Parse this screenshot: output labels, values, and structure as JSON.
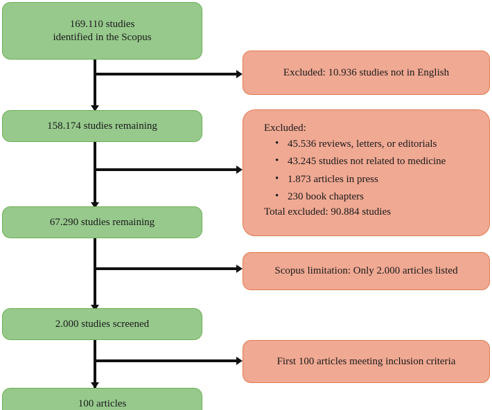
{
  "diagram": {
    "type": "prisma-flowchart",
    "title": "Study selection flow",
    "colors": {
      "green_fill": "#97C98D",
      "green_border": "#6AAE4F",
      "orange_fill": "#F0A993",
      "orange_border": "#E0784F",
      "connector": "#111111",
      "background": "#ffffff"
    },
    "flow_nodes": [
      {
        "id": "identified",
        "line1": "169.110 studies",
        "line2": "identified in the Scopus"
      },
      {
        "id": "remaining1",
        "label": "158.174 studies remaining"
      },
      {
        "id": "remaining2",
        "label": "67.290 studies remaining"
      },
      {
        "id": "screened",
        "label": "2.000 studies screened"
      },
      {
        "id": "included",
        "label": "100 articles"
      }
    ],
    "exclusion_nodes": [
      {
        "id": "excluded-english",
        "label": "Excluded: 10.936 studies not in English"
      },
      {
        "id": "excluded-list",
        "lead": "Excluded:",
        "items": [
          "45.536 reviews, letters, or editorials",
          "43.245 studies not related to medicine",
          "1.873 articles in press",
          "230 book chapters"
        ],
        "total": "Total excluded: 90.884 studies"
      },
      {
        "id": "scopus-limitation",
        "label": "Scopus limitation: Only 2.000 articles listed"
      },
      {
        "id": "first-100",
        "label": "First 100 articles meeting inclusion criteria"
      }
    ]
  }
}
